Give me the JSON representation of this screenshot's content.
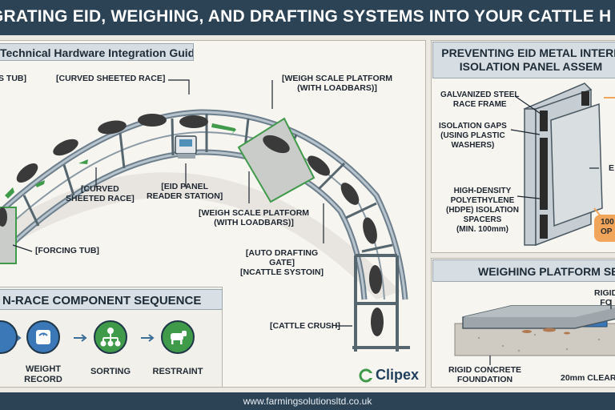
{
  "banner": {
    "title": "GRATING EID, WEIGHING, AND DRAFTING SYSTEMS INTO YOUR CATTLE H"
  },
  "main_panel": {
    "header": "Technical Hardware Integration Guide",
    "labels": {
      "tub_top": "S TUB]",
      "curved_race_top": "[CURVED SHEETED RACE]",
      "weigh_top": "[WEIGH SCALE PLATFORM\n(WITH LOADBARS)]",
      "curved_race_mid": "[CURVED\nSHEETED RACE]",
      "eid_reader": "[EID PANEL\nREADER STATION]",
      "weigh_mid": "[WEIGH SCALE PLATFORM\n(WITH LOADBARS)]",
      "forcing_tub": "[FORCING TUB]",
      "auto_draft": "[AUTO DRAFTING\nGATE]\n[NCATTLE SYSTOIN]",
      "cattle_crush": "[CATTLE CRUSH]"
    }
  },
  "sequence_panel": {
    "header": "N-RACE COMPONENT SEQUENCE",
    "steps": [
      {
        "label": "WEIGHT\nRECORD",
        "icon": "scale-icon"
      },
      {
        "label": "SORTING",
        "icon": "sorting-icon"
      },
      {
        "label": "RESTRAINT",
        "icon": "cow-icon"
      }
    ]
  },
  "brand": {
    "name": "Clipex"
  },
  "eid_panel": {
    "header": "PREVENTING EID METAL INTERF\nISOLATION PANEL ASSEM",
    "labels": {
      "frame": "GALVANIZED STEEL\nRACE FRAME",
      "gaps": "ISOLATION GAPS\n(USING PLASTIC\nWASHERS)",
      "spacers": "HIGH-DENSITY\nPOLYETHYLENE\n(HDPE) ISOLATION\nSPACERS\n(MIN. 100mm)",
      "e_label": "E",
      "callout": "100\nOP"
    }
  },
  "weigh_panel": {
    "header": "WEIGHING PLATFORM SETU",
    "labels": {
      "rigid_top": "RIGID\nFO",
      "concrete": "RIGID CONCRETE\nFOUNDATION",
      "clearance": "20mm CLEAR"
    }
  },
  "footer": {
    "url": "www.farmingsolutionsltd.co.uk"
  },
  "colors": {
    "navy": "#2c4356",
    "green": "#3f9a4a",
    "blue": "#3b78b8",
    "orange": "#f0a55a"
  }
}
